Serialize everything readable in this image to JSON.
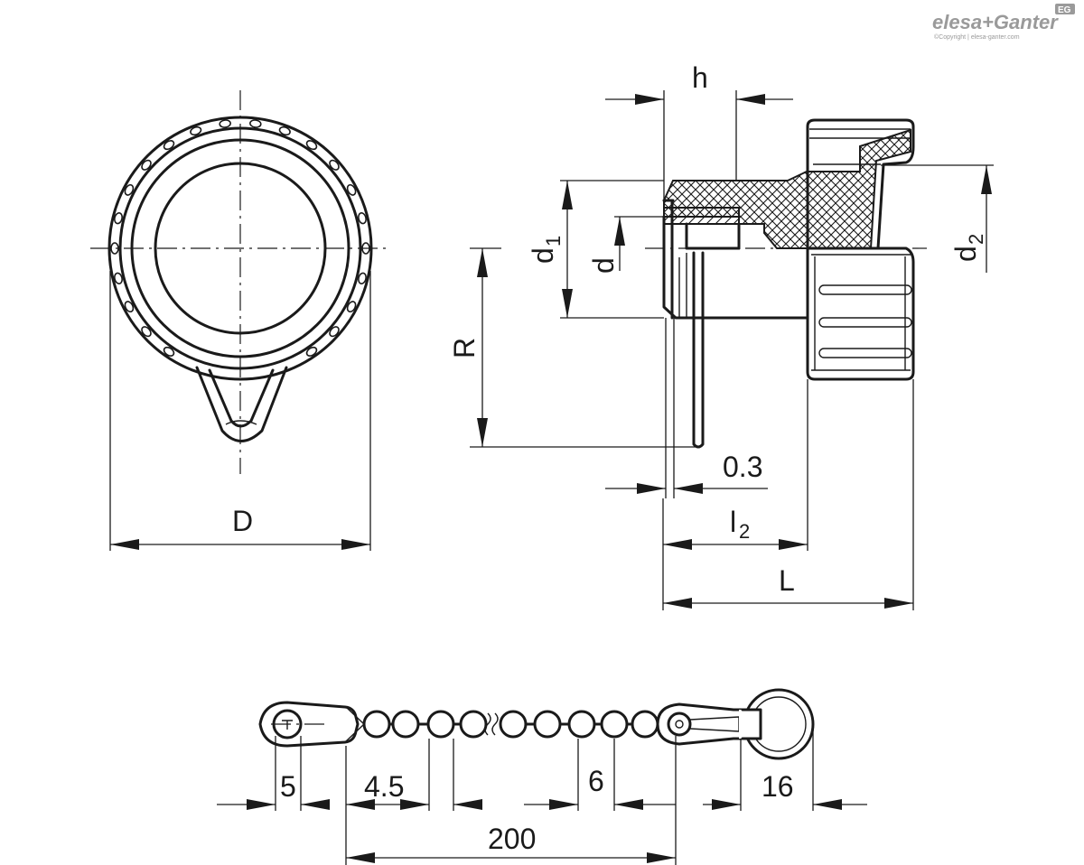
{
  "brand": {
    "logo_text": "elesa+Ganter",
    "badge_text": "EG",
    "copyright": "©Copyright | elesa-ganter.com"
  },
  "front_view": {
    "labels": {
      "diameter": "D"
    }
  },
  "section_view": {
    "labels": {
      "h": "h",
      "d1_main": "d",
      "d1_sub": "1",
      "d": "d",
      "d2_main": "d",
      "d2_sub": "2",
      "R": "R",
      "gap": "0.3",
      "l2_main": "l",
      "l2_sub": "2",
      "L": "L"
    }
  },
  "chain_view": {
    "labels": {
      "hole": "5",
      "ball": "4.5",
      "pitch": "6",
      "length": "200",
      "ring": "16"
    }
  }
}
